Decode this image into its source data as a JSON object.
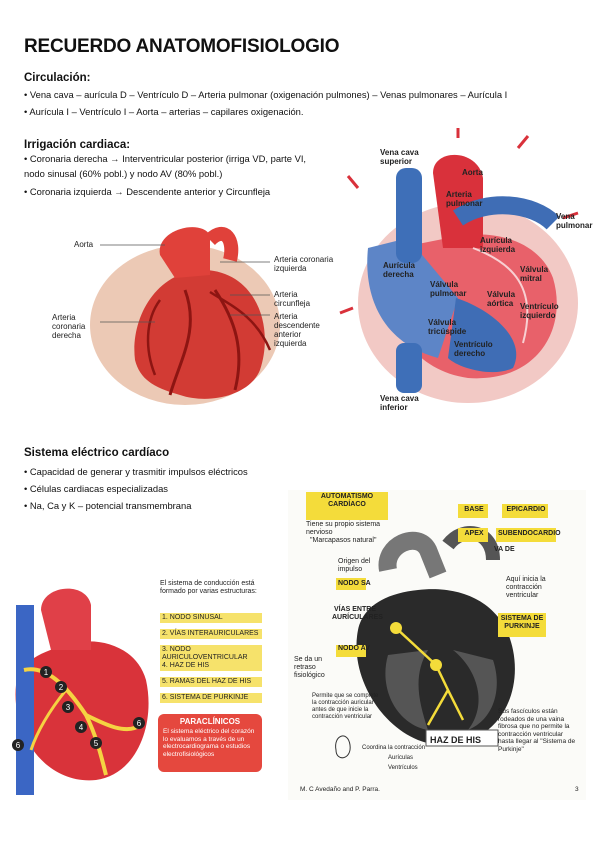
{
  "title": "RECUERDO ANATOMOFISIOLOGIO",
  "circulation": {
    "heading": "Circulación:",
    "lines": [
      "• Vena cava – aurícula D – Ventrículo D – Arteria pulmonar (oxigenación pulmones) – Venas pulmonares – Aurícula I",
      "• Aurícula I – Ventrículo I – Aorta – arterias – capilares oxigenación."
    ]
  },
  "irrigation": {
    "heading": "Irrigación cardiaca:",
    "lines": [
      "• Coronaria derecha → Interventricular posterior (irriga VD, parte VI,",
      "nodo sinusal (60% pobl.) y nodo AV (80% pobl.)",
      "• Coronaria izquierda → Descendente anterior y Circunfleja"
    ]
  },
  "coronary_figure": {
    "labels": [
      "Aorta",
      "Arteria coronaria izquierda",
      "Arteria circunfleja",
      "Arteria descendente anterior izquierda",
      "Arteria coronaria derecha"
    ]
  },
  "heart_figure": {
    "labels": [
      "Vena cava superior",
      "Aorta",
      "Arteria pulmonar",
      "Vena pulmonar",
      "Aurícula izquierda",
      "Aurícula derecha",
      "Válvula mitral",
      "Válvula pulmonar",
      "Válvula aórtica",
      "Ventrículo izquierdo",
      "Válvula tricúspide",
      "Ventrículo derecho",
      "Vena cava inferior"
    ]
  },
  "electrical": {
    "heading": "Sistema eléctrico cardíaco",
    "lines": [
      "• Capacidad de generar y trasmitir impulsos eléctricos",
      "• Células cardiacas especializadas",
      "• Na, Ca y K – potencial transmembrana"
    ]
  },
  "conduction_figure": {
    "intro": "El sistema de conducción está formado por varias estructuras:",
    "items": [
      "1. NODO SINUSAL",
      "2. VÍAS INTERAURICULARES",
      "3. NODO AURICULOVENTRICULAR",
      "4. HAZ DE HIS",
      "5. RAMAS DEL HAZ DE HIS",
      "6. SISTEMA DE PURKINJE"
    ],
    "note_title": "PARACLÍNICOS",
    "note_text": "El sistema eléctrico del corazón lo evaluamos a través de un electrocardiograma o estudios electrofisiológicos",
    "numbers": [
      "1",
      "2",
      "3",
      "4",
      "5",
      "6",
      "6"
    ]
  },
  "automatism_figure": {
    "title": "AUTOMATISMO CARDÍACO",
    "subtitle": "Tiene su propio sistema nervioso",
    "pacemaker": "\"Marcapasos natural\"",
    "origin": "Origen del impulso",
    "nodo_sa": "NODO SA",
    "vias": "VÍAS ENTRE AURÍCULARES",
    "nodo_av": "NODO AV",
    "retraso": "Se da un retraso fisiológico",
    "permite": "Permite que se complete la contracción auricular antes de que inicie la contracción ventricular",
    "base": "BASE",
    "epicardio": "EPICARDIO",
    "apex": "APEX",
    "subendocardio": "SUBENDOCARDIO",
    "va_de": "VA DE",
    "inicia": "Aquí inicia la contracción ventricular",
    "purkinje": "SISTEMA DE PURKINJE",
    "haz": "HAZ DE HIS",
    "fasciculos": "Sus fascículos están rodeados de una vaina fibrosa que no permite la contracción ventricular hasta llegar al \"Sistema de Purkinje\"",
    "coord": "Coordina la contracción",
    "auricular": "Aurículas",
    "ventricular": "Ventrículos",
    "credit": "M. C Avedaño and P. Parra.",
    "page": "3"
  }
}
